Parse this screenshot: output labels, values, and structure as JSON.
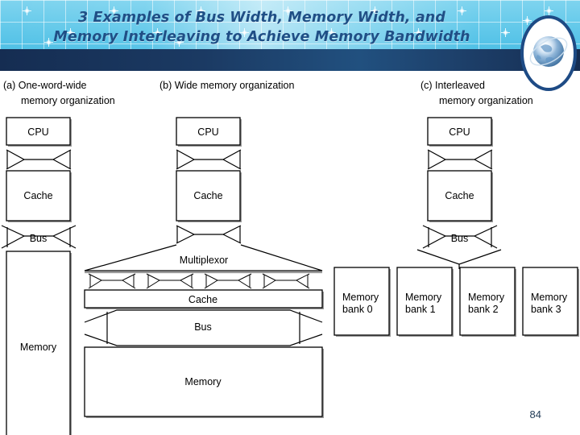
{
  "slide": {
    "page_number": "84",
    "title_line1": "3 Examples of Bus Width, Memory Width, and",
    "title_line2": "Memory Interleaving to Achieve Memory Bandwidth",
    "title_full": "3 Examples of Bus Width, Memory Width, and\nMemory Interleaving to Achieve Memory Bandwidth",
    "accent_cyan": "#5cc6e8",
    "accent_navy": "#1b3a63",
    "title_color": "#1f4f86"
  },
  "diagram": {
    "columns": [
      {
        "id": "a",
        "caption_line1": "(a) One-word-wide",
        "caption_line2": "memory organization",
        "blocks": [
          {
            "name": "cpu",
            "label": "CPU"
          },
          {
            "name": "bus1",
            "label": ""
          },
          {
            "name": "cache",
            "label": "Cache"
          },
          {
            "name": "bus2",
            "label": "Bus"
          },
          {
            "name": "memory",
            "label": "Memory"
          }
        ]
      },
      {
        "id": "b",
        "caption_line1": "(b) Wide memory organization",
        "caption_line2": "",
        "blocks": [
          {
            "name": "cpu",
            "label": "CPU"
          },
          {
            "name": "bus1",
            "label": ""
          },
          {
            "name": "cache-top",
            "label": "Cache"
          },
          {
            "name": "bus2",
            "label": ""
          },
          {
            "name": "multiplexor",
            "label": "Multiplexor"
          },
          {
            "name": "cache-wide",
            "label": "Cache"
          },
          {
            "name": "bus-wide",
            "label": "Bus"
          },
          {
            "name": "memory",
            "label": "Memory"
          }
        ]
      },
      {
        "id": "c",
        "caption_line1": "(c) Interleaved",
        "caption_line2": "memory organization",
        "blocks": [
          {
            "name": "cpu",
            "label": "CPU"
          },
          {
            "name": "bus1",
            "label": ""
          },
          {
            "name": "cache",
            "label": "Cache"
          },
          {
            "name": "bus2",
            "label": "Bus"
          }
        ],
        "banks": [
          {
            "line1": "Memory",
            "line2": "bank 0"
          },
          {
            "line1": "Memory",
            "line2": "bank 1"
          },
          {
            "line1": "Memory",
            "line2": "bank 2"
          },
          {
            "line1": "Memory",
            "line2": "bank 3"
          }
        ]
      }
    ]
  }
}
